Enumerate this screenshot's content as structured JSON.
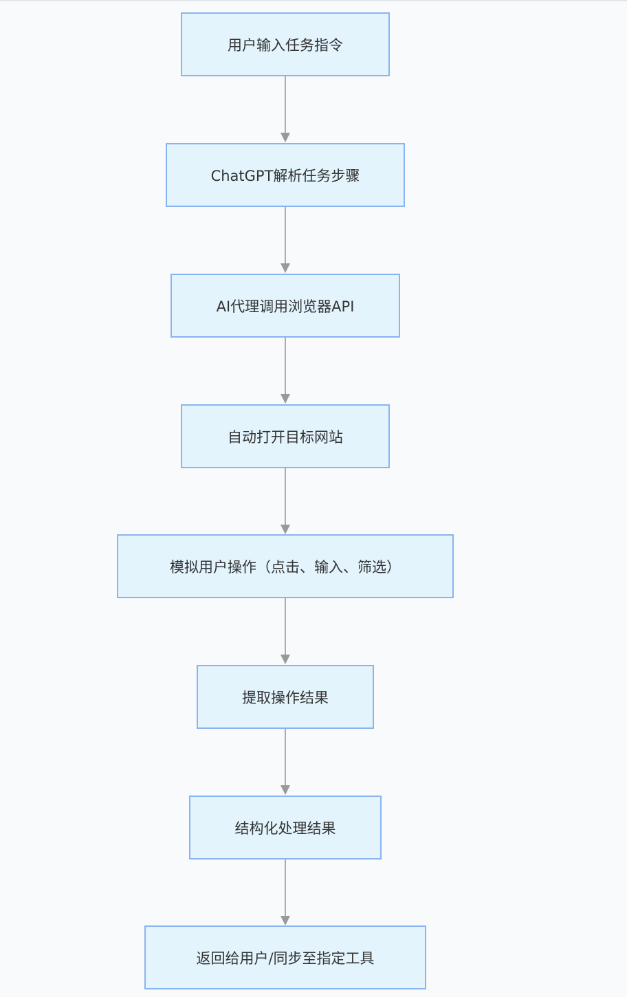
{
  "flowchart": {
    "steps": [
      "用户输入任务指令",
      "ChatGPT解析任务步骤",
      "AI代理调用浏览器API",
      "自动打开目标网站",
      "模拟用户操作（点击、输入、筛选）",
      "提取操作结果",
      "结构化处理结果",
      "返回给用户/同步至指定工具"
    ]
  },
  "colors": {
    "node_fill": "#e3f4fd",
    "node_border": "#8ab4f0",
    "edge": "#999999",
    "background": "#f8fafc"
  }
}
